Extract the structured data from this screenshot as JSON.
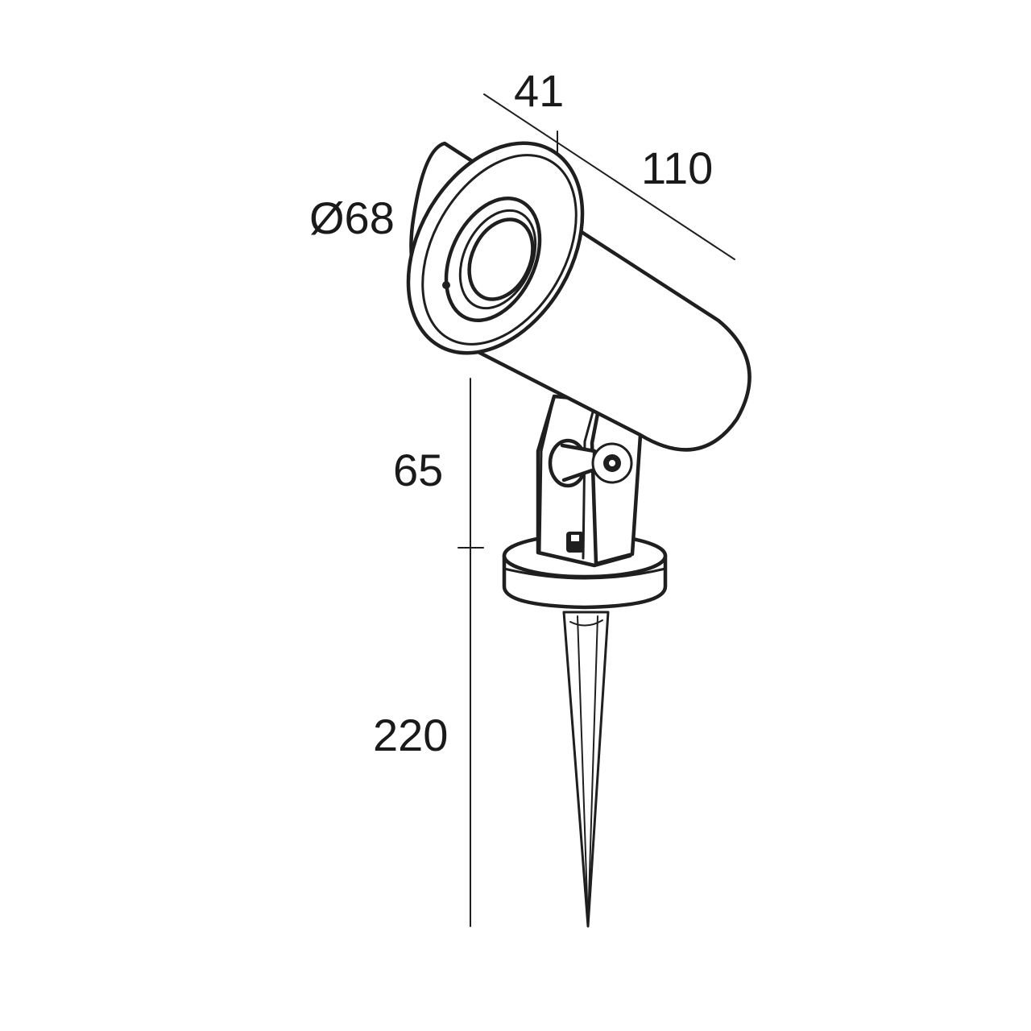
{
  "drawing": {
    "dimensions": {
      "head_depth": "41",
      "head_length": "110",
      "head_diameter": "Ø68",
      "bracket_height": "65",
      "spike_length": "220"
    },
    "colors": {
      "line": "#1f1f1f",
      "background": "#ffffff"
    }
  }
}
